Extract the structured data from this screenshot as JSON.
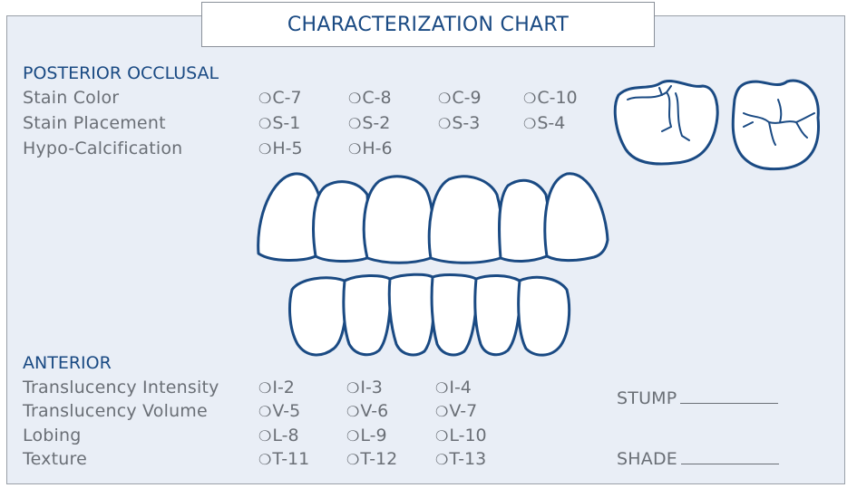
{
  "title": "CHARACTERIZATION CHART",
  "posterior": {
    "heading": "POSTERIOR OCCLUSAL",
    "rows": [
      {
        "label": "Stain Color",
        "options": [
          "C-7",
          "C-8",
          "C-9",
          "C-10"
        ]
      },
      {
        "label": "Stain Placement",
        "options": [
          "S-1",
          "S-2",
          "S-3",
          "S-4"
        ]
      },
      {
        "label": "Hypo-Calcification",
        "options": [
          "H-5",
          "H-6"
        ]
      }
    ]
  },
  "anterior": {
    "heading": "ANTERIOR",
    "rows": [
      {
        "label": "Translucency Intensity",
        "options": [
          "I-2",
          "I-3",
          "I-4"
        ]
      },
      {
        "label": "Translucency Volume",
        "options": [
          "V-5",
          "V-6",
          "V-7"
        ]
      },
      {
        "label": "Lobing",
        "options": [
          "L-8",
          "L-9",
          "L-10"
        ]
      },
      {
        "label": "Texture",
        "options": [
          "T-11",
          "T-12",
          "T-13"
        ]
      }
    ]
  },
  "stump_label": "STUMP",
  "shade_label": "SHADE",
  "radio_glyph": "❍",
  "colors": {
    "accent": "#1a4a83",
    "text": "#6a6f76",
    "panel": "#e9eef6"
  }
}
